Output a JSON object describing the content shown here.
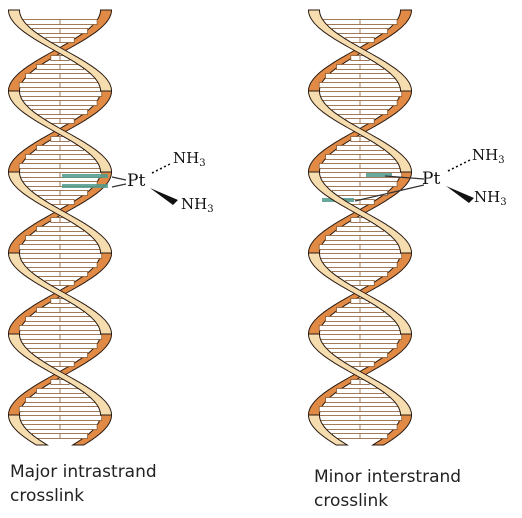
{
  "panels": [
    {
      "caption_line1": "Major intrastrand",
      "caption_line2": "crosslink",
      "pt_label": "Pt",
      "ligand_top": {
        "main": "NH",
        "sub": "3"
      },
      "ligand_bottom": {
        "main": "NH",
        "sub": "3"
      }
    },
    {
      "caption_line1": "Minor interstrand",
      "caption_line2": "crosslink",
      "pt_label": "Pt",
      "ligand_top": {
        "main": "NH",
        "sub": "3"
      },
      "ligand_bottom": {
        "main": "NH",
        "sub": "3"
      }
    }
  ],
  "colors": {
    "front_strand": "#f6ddb0",
    "back_strand": "#e08a46",
    "strand_outline": "#2a1a10",
    "base_pair": "#ffffff",
    "crosslink_highlight": "#4f9a8c"
  },
  "icons": [
    "dna-double-helix-icon",
    "platinum-complex-icon"
  ]
}
